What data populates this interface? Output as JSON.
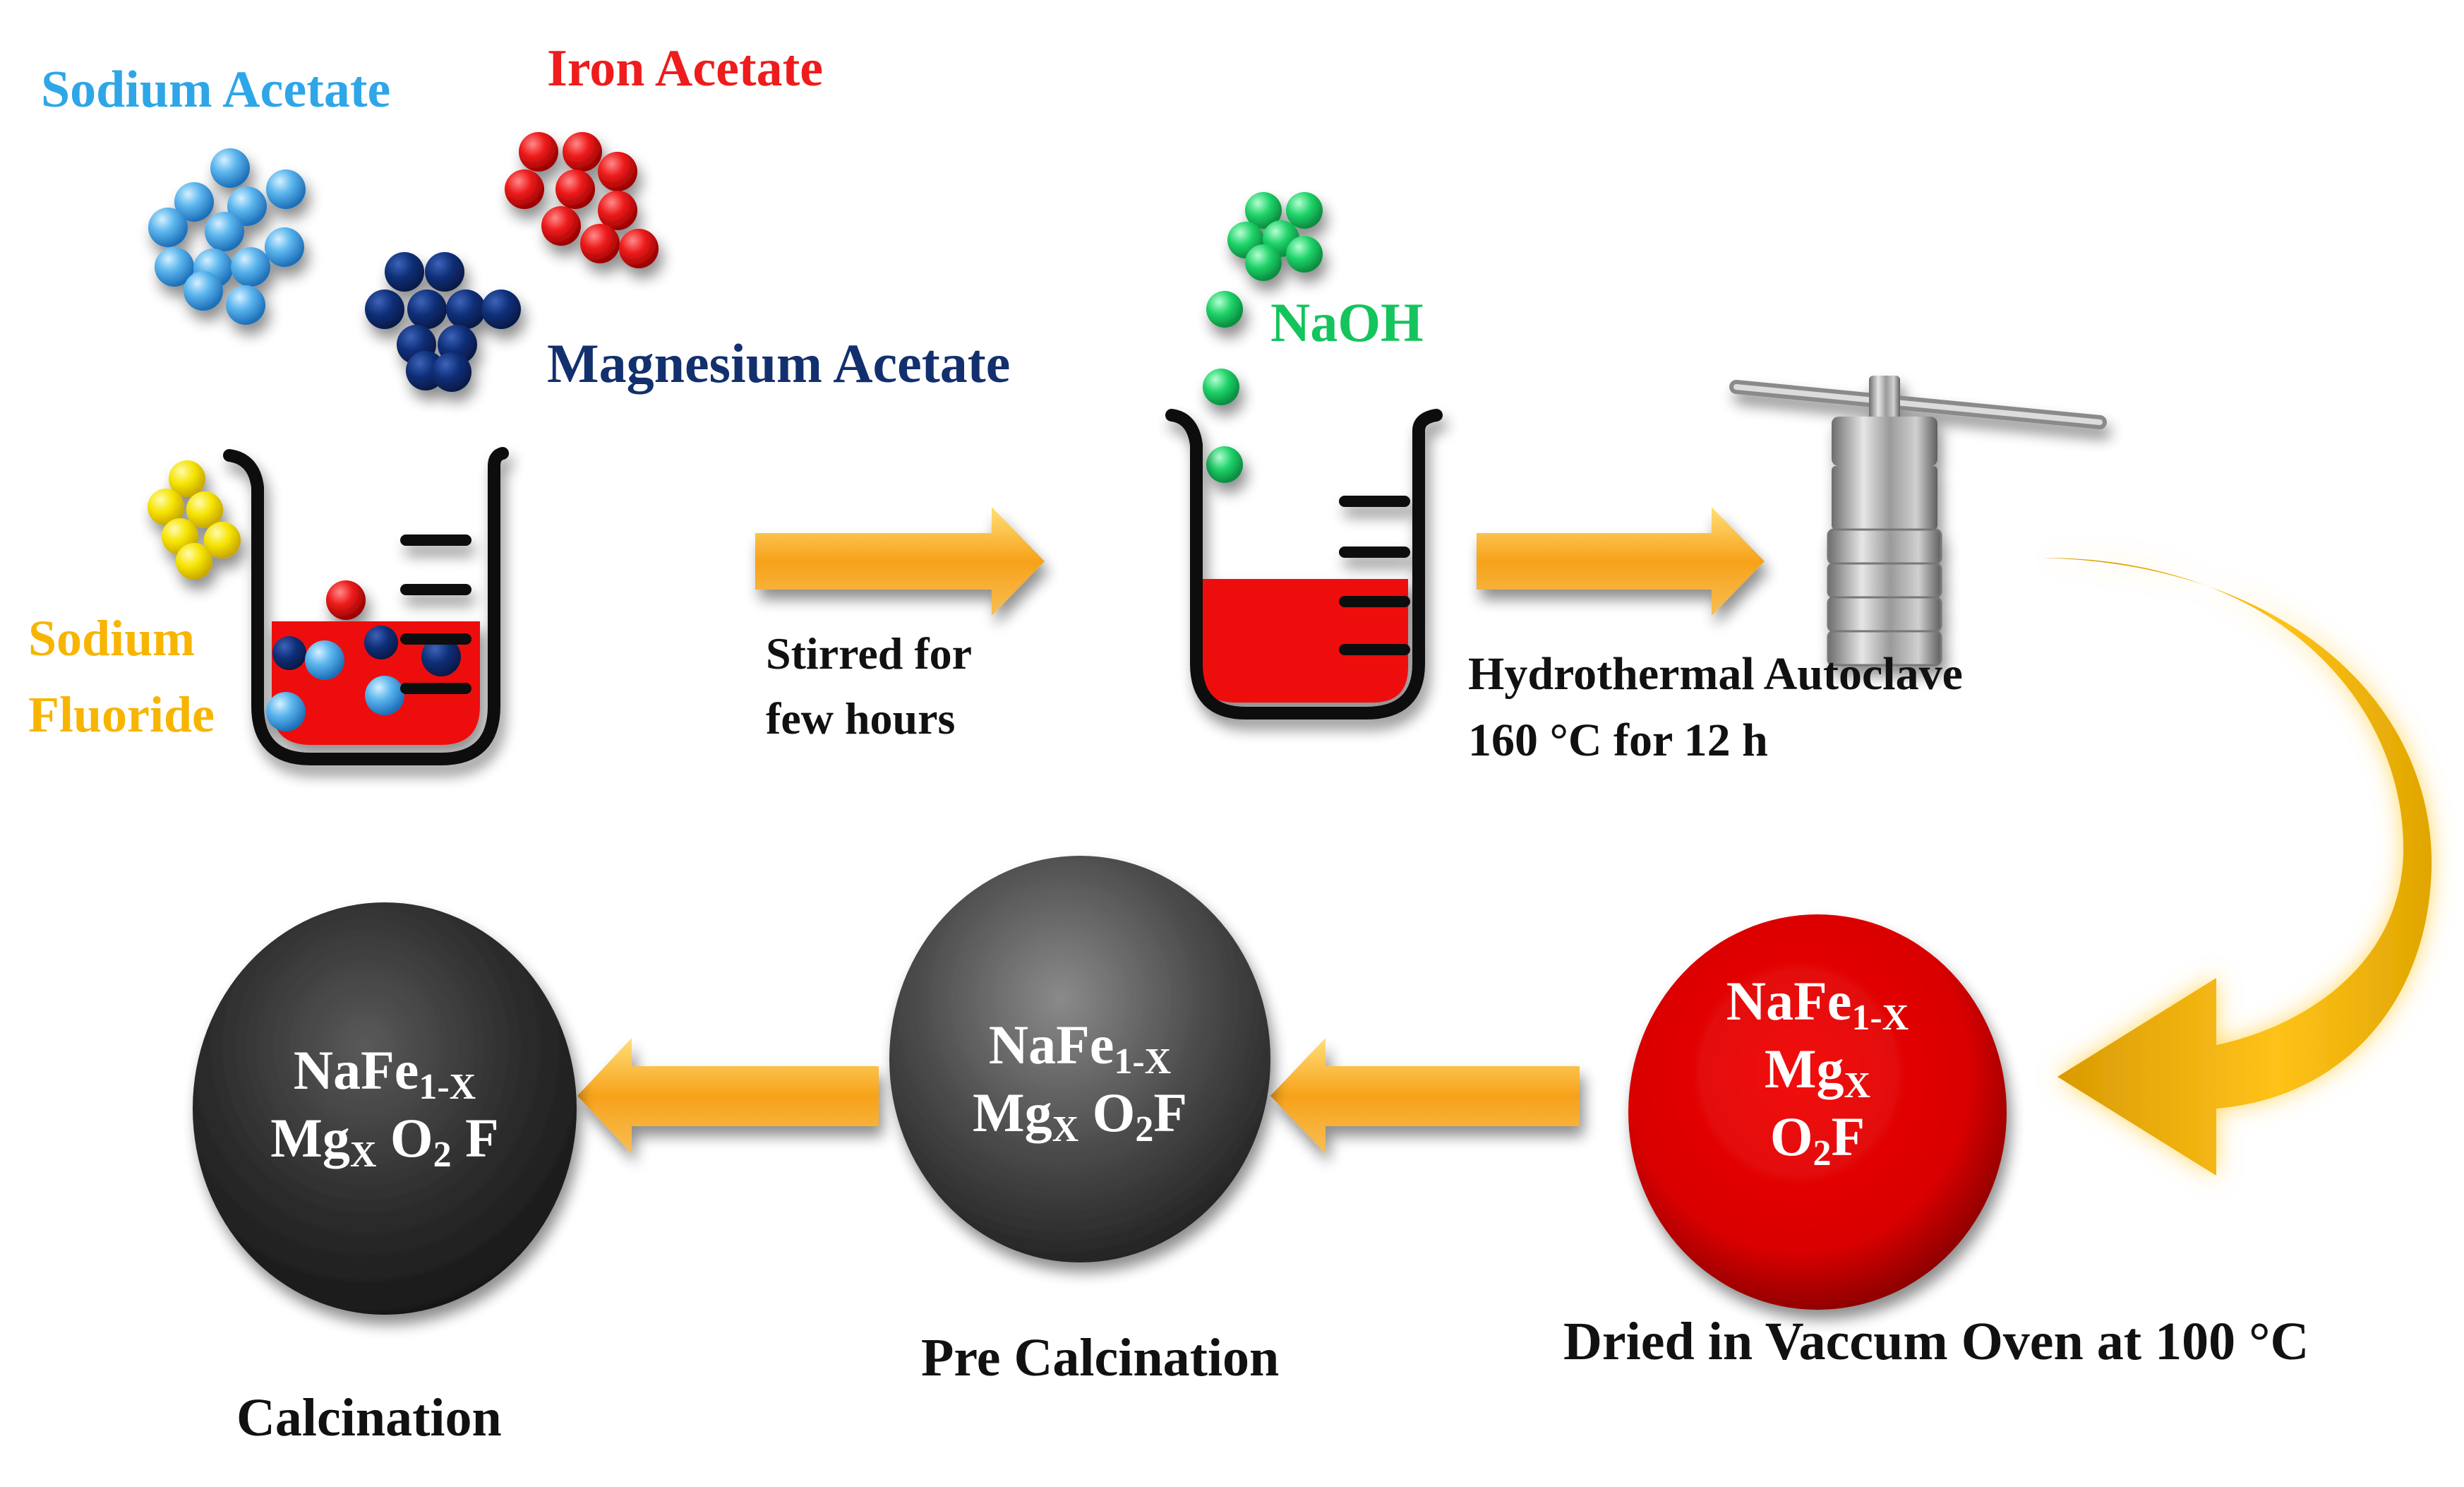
{
  "reagents": {
    "sodium_acetate": "Sodium Acetate",
    "iron_acetate": "Iron Acetate",
    "magnesium_acetate": "Magnesium Acetate",
    "sodium_fluoride_line1": "Sodium",
    "sodium_fluoride_line2": "Fluoride",
    "naoh": "NaOH"
  },
  "steps": {
    "stir_line1": "Stirred  for",
    "stir_line2": "few hours",
    "autoclave_line1": "Hydrothermal  Autoclave",
    "autoclave_line2": "160 °C for 12 h",
    "dried": "Dried in  Vaccum Oven at 100 °C",
    "pre_calcination": "Pre Calcination",
    "calcination": "Calcination"
  },
  "products": {
    "dried": {
      "base1": "NaFe",
      "sub1": "1-X",
      "base2": "Mg",
      "sub2": "X",
      "base3": "O",
      "sub3": "2",
      "tail3": "F"
    },
    "pre_calcined": {
      "base1": "NaFe",
      "sub1": "1-X",
      "base2": "Mg",
      "sub2": "X",
      "mid2": " O",
      "sub2b": "2",
      "tail2": "F"
    },
    "calcined": {
      "base1": "NaFe",
      "sub1": "1-X",
      "base2": "Mg",
      "sub2": "X",
      "mid2": " O",
      "sub2b": "2",
      "tail2": " F"
    }
  },
  "colors": {
    "sodium_acetate": "#2ea6e8",
    "iron_acetate": "#ee1c1c",
    "magnesium_acetate": "#12306e",
    "sodium_fluoride": "#f7e000",
    "naoh": "#14c45c",
    "solution_red": "#ee0a0a",
    "arrow_orange": "#f7a21a",
    "curved_arrow_gold": "#f0b400"
  }
}
